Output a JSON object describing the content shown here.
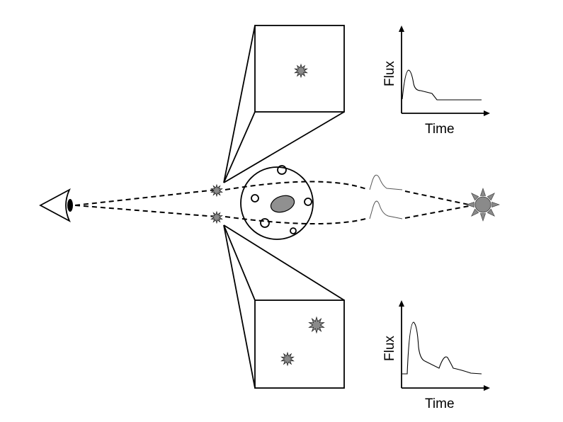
{
  "top_plot": {
    "xlabel": "Time",
    "ylabel": "Flux"
  },
  "bottom_plot": {
    "xlabel": "Time",
    "ylabel": "Flux"
  },
  "colors": {
    "star_fill": "#8a8a8a",
    "lens_fill": "#909090",
    "line": "#000000"
  },
  "icons": {
    "observer": "eye-icon",
    "source": "sun-icon",
    "image": "star-icon"
  }
}
